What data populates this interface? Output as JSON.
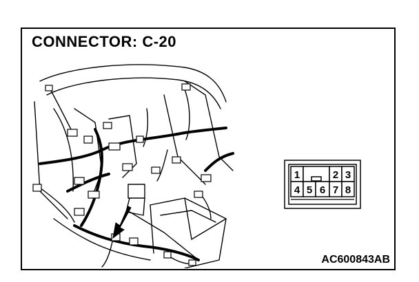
{
  "diagram": {
    "title": "CONNECTOR: C-20",
    "reference_code": "AC600843AB",
    "connector": {
      "top_row": [
        "1",
        "2",
        "3"
      ],
      "bottom_row": [
        "4",
        "5",
        "6",
        "7",
        "8"
      ]
    }
  }
}
